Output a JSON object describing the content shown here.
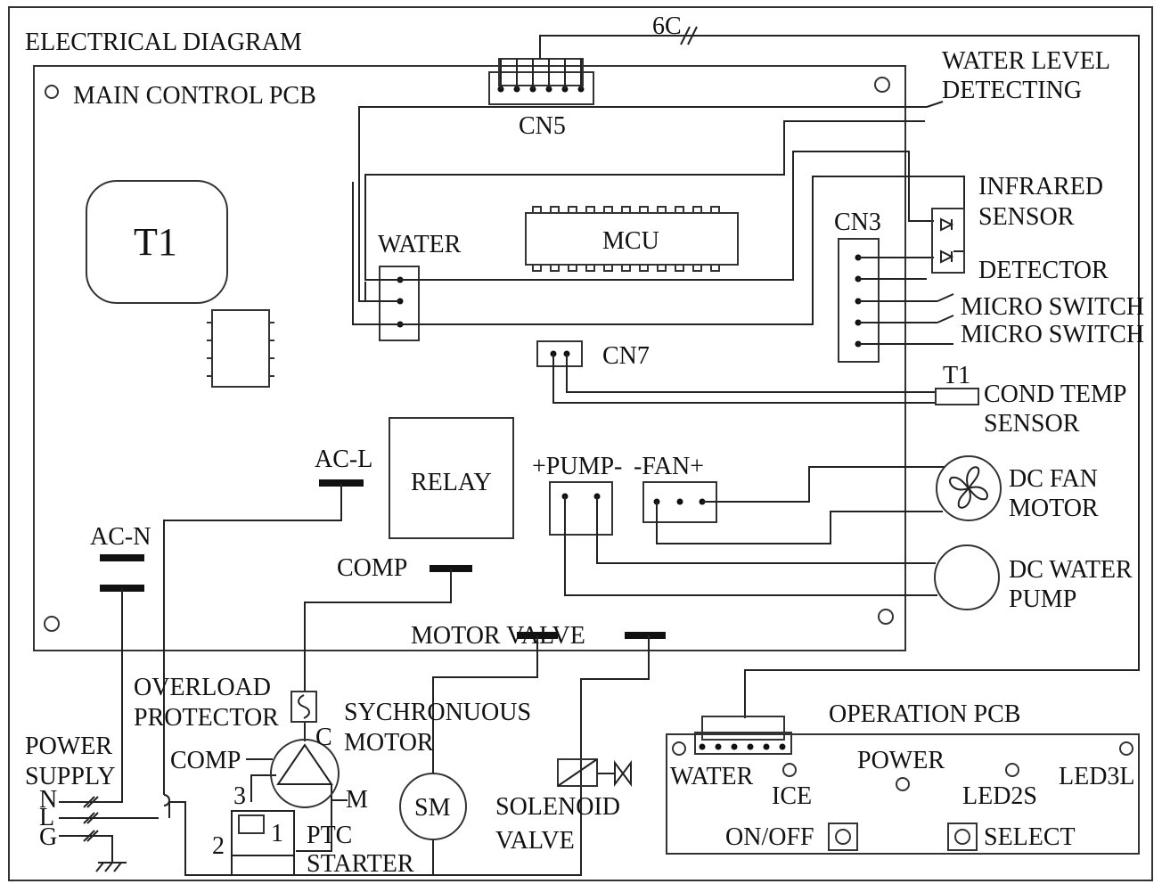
{
  "title": "ELECTRICAL DIAGRAM",
  "main_pcb": {
    "label": "MAIN CONTROL PCB",
    "transformer": "T1",
    "connectors": {
      "cn5": "CN5",
      "cn3": "CN3",
      "cn7": "CN7",
      "water": "WATER"
    },
    "mcu": "MCU",
    "relay": "RELAY",
    "pump": "+PUMP-",
    "fan": "-FAN+",
    "ac_l": "AC-L",
    "ac_n": "AC-N",
    "comp": "COMP",
    "motor_valve": "MOTOR VALVE"
  },
  "cable_6c": "6C",
  "sensors": {
    "water_level": [
      "WATER LEVEL",
      "DETECTING"
    ],
    "infrared": [
      "INFRARED",
      "SENSOR"
    ],
    "detector": "DETECTOR",
    "micro_switch_1": "MICRO SWITCH",
    "micro_switch_2": "MICRO SWITCH",
    "t1": "T1",
    "cond_temp": [
      "COND TEMP",
      "SENSOR"
    ]
  },
  "loads": {
    "dc_fan": [
      "DC FAN",
      "MOTOR"
    ],
    "dc_pump": [
      "DC WATER",
      "PUMP"
    ]
  },
  "compressor_section": {
    "overload": [
      "OVERLOAD",
      "PROTECTOR"
    ],
    "comp": "COMP",
    "c": "C",
    "m": "M",
    "pin3": "3",
    "pin2": "2",
    "pin1": "1",
    "ptc": [
      "PTC",
      "STARTER"
    ],
    "sync_motor": [
      "SYCHRONUOUS",
      "MOTOR"
    ],
    "sm": "SM",
    "solenoid": [
      "SOLENOID",
      "VALVE"
    ]
  },
  "power_supply": {
    "label": [
      "POWER",
      "SUPPLY"
    ],
    "n": "N",
    "l": "L",
    "g": "G"
  },
  "operation_pcb": {
    "label": "OPERATION PCB",
    "water": "WATER",
    "ice": "ICE",
    "power": "POWER",
    "led2s": "LED2S",
    "led3l": "LED3L",
    "on_off": "ON/OFF",
    "select": "SELECT"
  }
}
